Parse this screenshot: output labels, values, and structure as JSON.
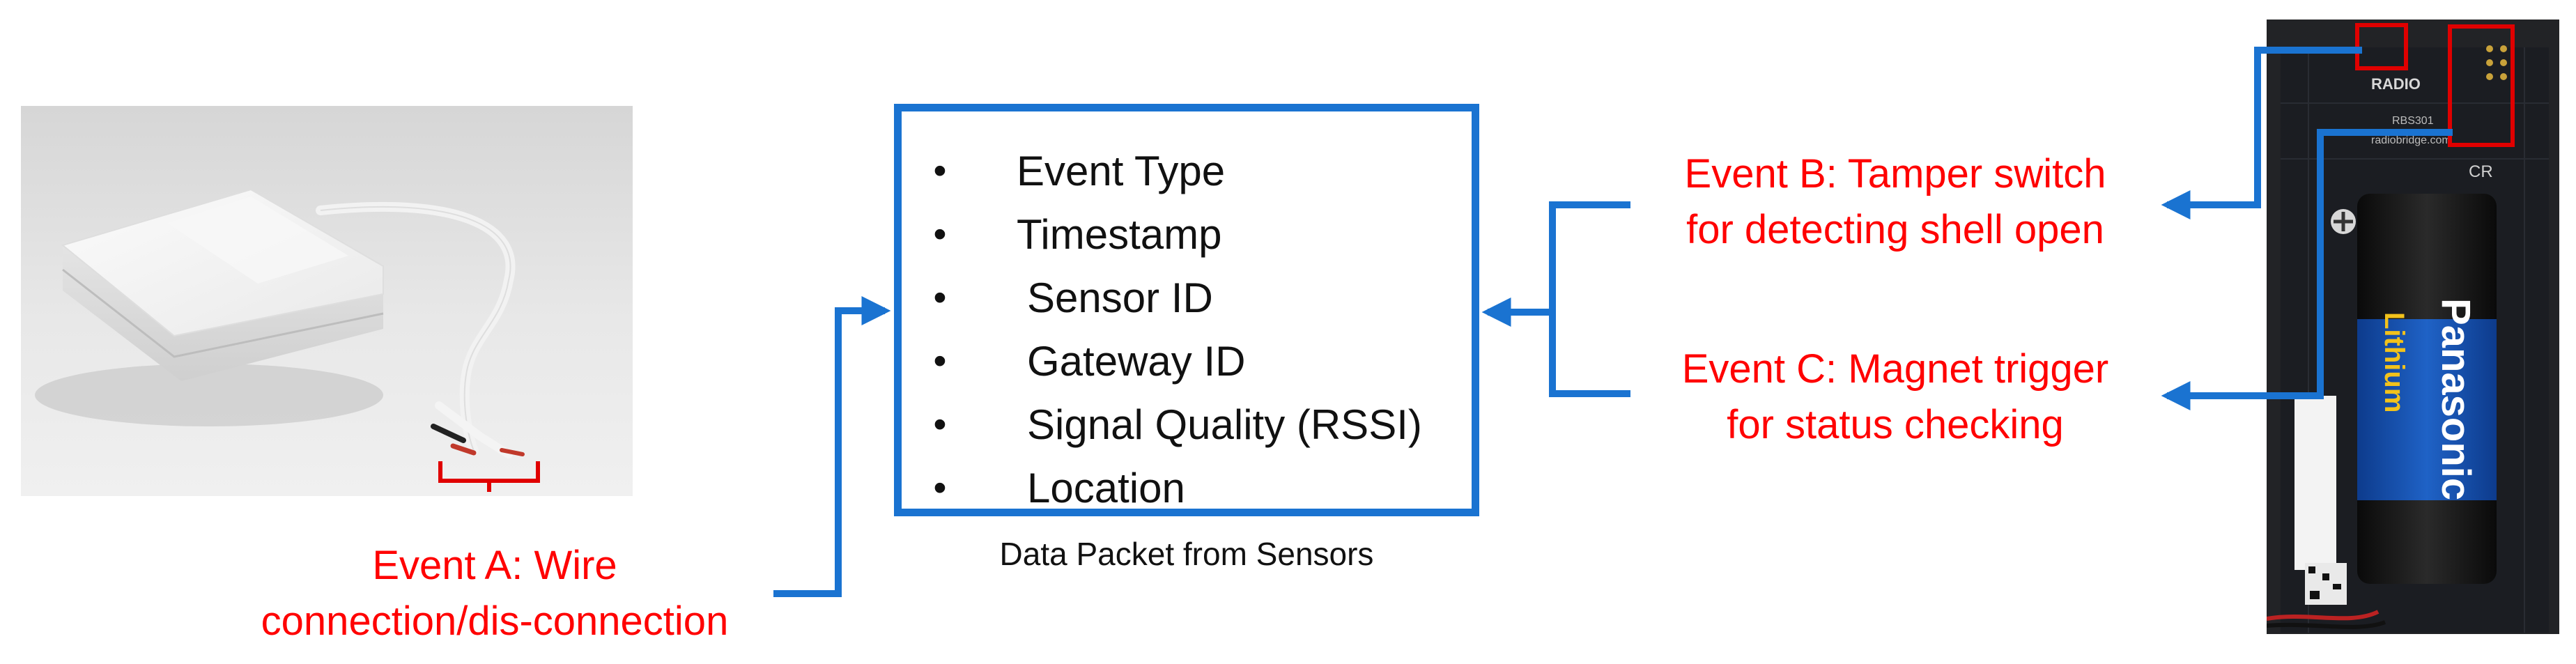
{
  "event_a": {
    "line1": "Event A: Wire",
    "line2": "connection/dis-connection"
  },
  "event_b": {
    "line1": "Event B: Tamper switch",
    "line2": "for detecting shell open"
  },
  "event_c": {
    "line1": "Event C: Magnet trigger",
    "line2": "for status checking"
  },
  "packet": {
    "items": [
      "Event Type",
      "Timestamp",
      "Sensor ID",
      "Gateway ID",
      "Signal Quality (RSSI)",
      "Location"
    ],
    "caption": "Data Packet from Sensors"
  },
  "board": {
    "brand_text": "Panasonic",
    "battery_text": "Lithium",
    "cr_label": "CR",
    "model_text": "RBS301",
    "maker_text": "radiobridge.com",
    "radio_text": "RADIO"
  },
  "colors": {
    "accent_blue": "#1a73d1",
    "event_red": "#ff0000",
    "highlight_box": "#e00000"
  },
  "icons": {
    "bullet": "•"
  }
}
